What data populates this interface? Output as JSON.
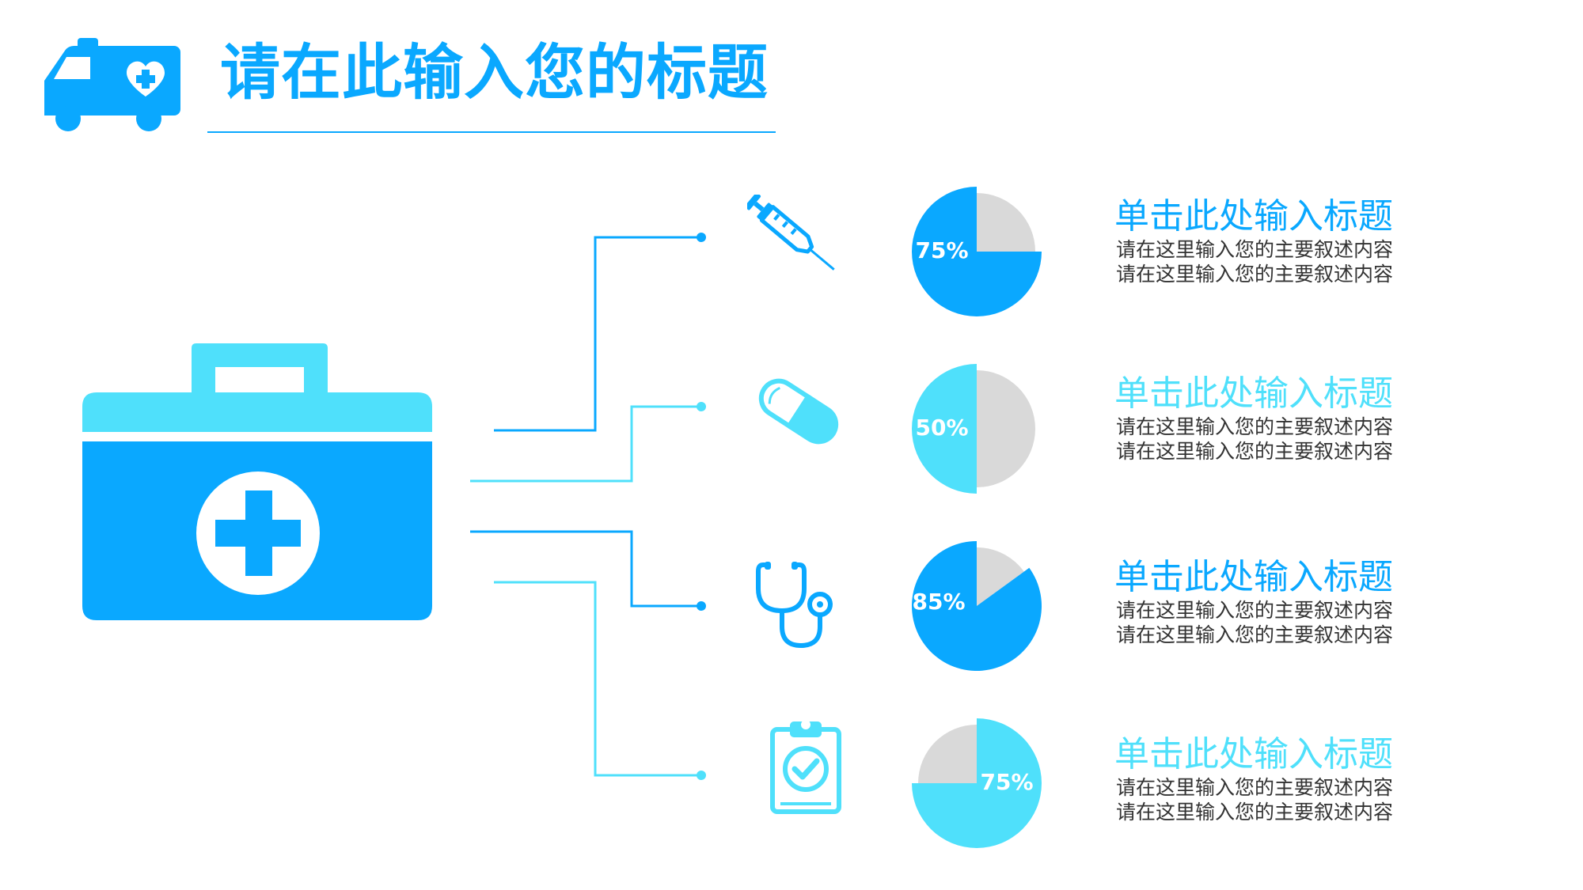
{
  "page": {
    "title": "请在此输入您的标题"
  },
  "colors": {
    "primary": "#0aa8ff",
    "secondary": "#4fe0fb",
    "neutral": "#d9d9d9"
  },
  "rows": [
    {
      "icon": "syringe-icon",
      "percent": 75,
      "label": "75%",
      "title": "单击此处输入标题",
      "desc1": "请在这里输入您的主要叙述内容",
      "desc2": "请在这里输入您的主要叙述内容"
    },
    {
      "icon": "capsule-icon",
      "percent": 50,
      "label": "50%",
      "title": "单击此处输入标题",
      "desc1": "请在这里输入您的主要叙述内容",
      "desc2": "请在这里输入您的主要叙述内容"
    },
    {
      "icon": "stethoscope-icon",
      "percent": 85,
      "label": "85%",
      "title": "单击此处输入标题",
      "desc1": "请在这里输入您的主要叙述内容",
      "desc2": "请在这里输入您的主要叙述内容"
    },
    {
      "icon": "clipboard-check-icon",
      "percent": 75,
      "label": "75%",
      "title": "单击此处输入标题",
      "desc1": "请在这里输入您的主要叙述内容",
      "desc2": "请在这里输入您的主要叙述内容"
    }
  ]
}
